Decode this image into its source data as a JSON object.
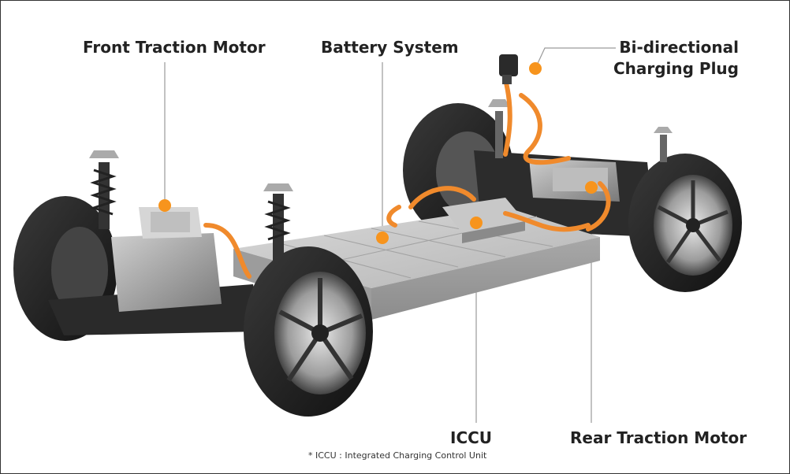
{
  "labels": {
    "front_motor": "Front Traction Motor",
    "battery": "Battery System",
    "charging_line1": "Bi-directional",
    "charging_line2": "Charging Plug",
    "iccu": "ICCU",
    "rear_motor": "Rear Traction Motor"
  },
  "footnote": "* ICCU : Integrated Charging Control Unit",
  "colors": {
    "accent": "#F7941D",
    "leader": "#9a9a9a",
    "cable": "#F08A2C"
  }
}
